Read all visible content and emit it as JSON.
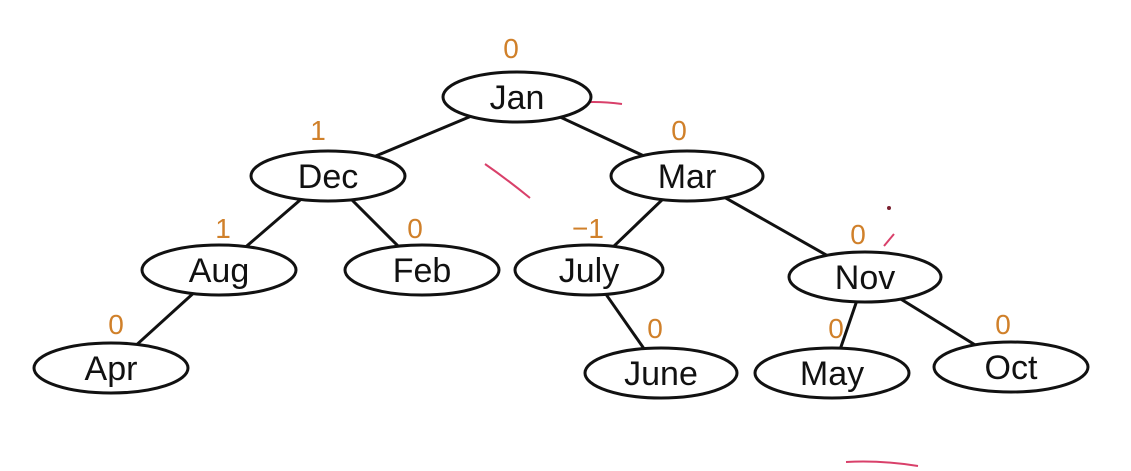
{
  "colors": {
    "balance": "#d0802a",
    "line": "#111111",
    "annotation": "#d9406a"
  },
  "nodes": [
    {
      "id": "jan",
      "label": "Jan",
      "balance": "0"
    },
    {
      "id": "dec",
      "label": "Dec",
      "balance": "1"
    },
    {
      "id": "mar",
      "label": "Mar",
      "balance": "0"
    },
    {
      "id": "aug",
      "label": "Aug",
      "balance": "1"
    },
    {
      "id": "feb",
      "label": "Feb",
      "balance": "0"
    },
    {
      "id": "july",
      "label": "July",
      "balance": "−1"
    },
    {
      "id": "nov",
      "label": "Nov",
      "balance": "0"
    },
    {
      "id": "apr",
      "label": "Apr",
      "balance": "0"
    },
    {
      "id": "june",
      "label": "June",
      "balance": "0"
    },
    {
      "id": "may",
      "label": "May",
      "balance": "0"
    },
    {
      "id": "oct",
      "label": "Oct",
      "balance": "0"
    }
  ],
  "edges": [
    [
      "jan",
      "dec"
    ],
    [
      "jan",
      "mar"
    ],
    [
      "dec",
      "aug"
    ],
    [
      "dec",
      "feb"
    ],
    [
      "mar",
      "july"
    ],
    [
      "mar",
      "nov"
    ],
    [
      "aug",
      "apr"
    ],
    [
      "july",
      "june"
    ],
    [
      "nov",
      "may"
    ],
    [
      "nov",
      "oct"
    ]
  ]
}
